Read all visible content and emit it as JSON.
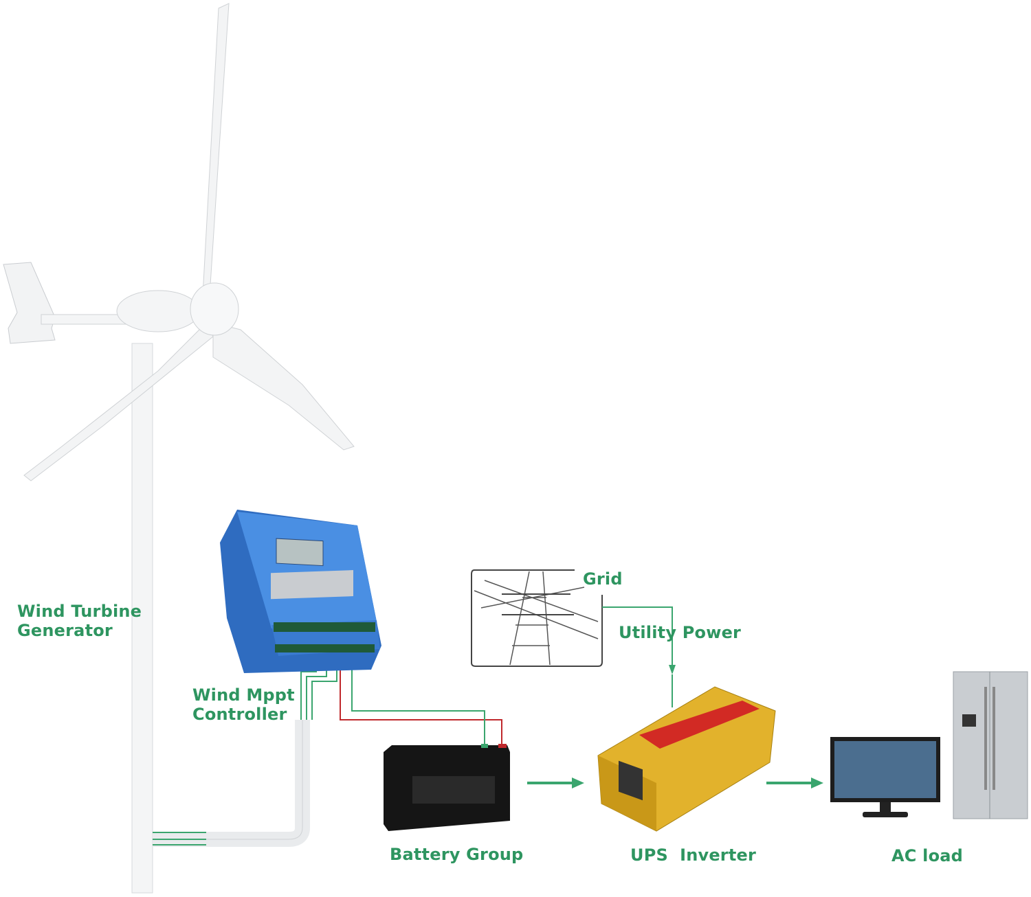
{
  "labels": {
    "wind_turbine": "Wind Turbine",
    "generator": "Generator",
    "wind_mppt": "Wind Mppt",
    "controller": "Controller",
    "grid": "Grid",
    "utility_power": "Utility Power",
    "battery_group": "Battery Group",
    "ups_inverter": "UPS  Inverter",
    "ac_load": "AC load"
  },
  "colors": {
    "label_green": "#2e9560",
    "wire_green": "#3aa56e",
    "wire_red": "#c0282c",
    "controller_blue": "#3b7fd6",
    "inverter_gold": "#e2b22c"
  }
}
